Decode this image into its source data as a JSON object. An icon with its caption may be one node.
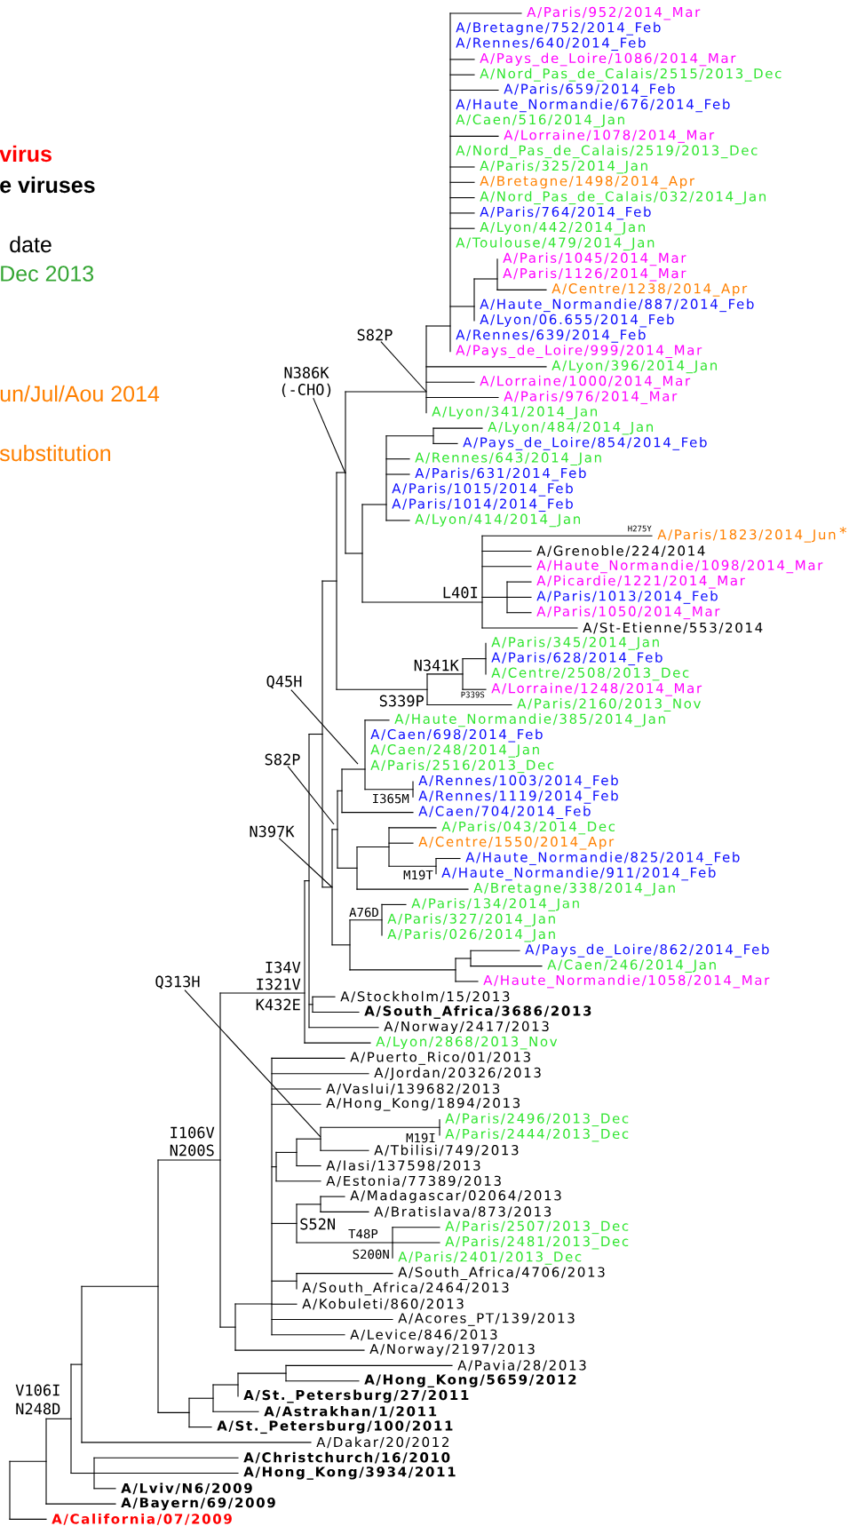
{
  "diagram": {
    "nodes": [
      {
        "text": [
          "S82P"
        ]
      },
      {
        "text": [
          "N386K",
          "(-CHO)"
        ]
      },
      {
        "text": [
          "Q45H"
        ]
      },
      {
        "text": [
          "S82P"
        ]
      },
      {
        "text": [
          "N397K"
        ]
      },
      {
        "text": [
          "Q313H"
        ]
      }
    ],
    "edges": [
      {
        "from": 0,
        "to": null,
        "arrow": "none"
      },
      {
        "from": 1,
        "to": null,
        "arrow": "none"
      },
      {
        "from": 2,
        "to": null,
        "arrow": "none"
      },
      {
        "from": 3,
        "to": null,
        "arrow": "none"
      },
      {
        "from": 4,
        "to": null,
        "arrow": "none"
      },
      {
        "from": 5,
        "to": null,
        "arrow": "none"
      }
    ],
    "labels": [
      "virus",
      "e viruses",
      "date",
      "Dec 2013",
      "un/Jul/Aou 2014",
      "substitution",
      "A/Paris/952/2014_Mar",
      "A/Bretagne/752/2014_Feb",
      "A/Rennes/640/2014_Feb",
      "A/Pays_de_Loire/1086/2014_Mar",
      "A/Nord_Pas_de_Calais/2515/2013_Dec",
      "A/Paris/659/2014_Feb",
      "A/Haute_Normandie/676/2014_Feb",
      "A/Caen/516/2014_Jan",
      "A/Lorraine/1078/2014_Mar",
      "A/Nord_Pas_de_Calais/2519/2013_Dec",
      "A/Paris/325/2014_Jan",
      "A/Bretagne/1498/2014_Apr",
      "A/Nord_Pas_de_Calais/032/2014_Jan",
      "A/Paris/764/2014_Feb",
      "A/Lyon/442/2014_Jan",
      "A/Toulouse/479/2014_Jan",
      "A/Paris/1045/2014_Mar",
      "A/Paris/1126/2014_Mar",
      "A/Centre/1238/2014_Apr",
      "A/Haute_Normandie/887/2014_Feb",
      "A/Lyon/06.655/2014_Feb",
      "A/Rennes/639/2014_Feb",
      "A/Pays_de_Loire/999/2014_Mar",
      "A/Lyon/396/2014_Jan",
      "A/Lorraine/1000/2014_Mar",
      "A/Paris/976/2014_Mar",
      "A/Lyon/341/2014_Jan",
      "A/Lyon/484/2014_Jan",
      "A/Pays_de_Loire/854/2014_Feb",
      "A/Rennes/643/2014_Jan",
      "A/Paris/631/2014_Feb",
      "A/Paris/1015/2014_Feb",
      "A/Paris/1014/2014_Feb",
      "A/Lyon/414/2014_Jan",
      "A/Paris/1823/2014_Jun",
      "A/Grenoble/224/2014",
      "A/Haute_Normandie/1098/2014_Mar",
      "A/Picardie/1221/2014_Mar",
      "A/Paris/1013/2014_Feb",
      "A/Paris/1050/2014_Mar",
      "A/St-Etienne/553/2014",
      "A/Paris/345/2014_Jan",
      "A/Paris/628/2014_Feb",
      "A/Centre/2508/2013_Dec",
      "A/Lorraine/1248/2014_Mar",
      "A/Paris/2160/2013_Nov",
      "A/Haute_Normandie/385/2014_Jan",
      "A/Caen/698/2014_Feb",
      "A/Caen/248/2014_Jan",
      "A/Paris/2516/2013_Dec",
      "A/Rennes/1003/2014_Feb",
      "A/Rennes/1119/2014_Feb",
      "A/Caen/704/2014_Feb",
      "A/Paris/043/2014_Dec",
      "A/Centre/1550/2014_Apr",
      "A/Haute_Normandie/825/2014_Feb",
      "A/Haute_Normandie/911/2014_Feb",
      "A/Bretagne/338/2014_Jan",
      "A/Paris/134/2014_Jan",
      "A/Paris/327/2014_Jan",
      "A/Paris/026/2014_Jan",
      "A/Pays_de_Loire/862/2014_Feb",
      "A/Caen/246/2014_Jan",
      "A/Haute_Normandie/1058/2014_Mar",
      "A/Stockholm/15/2013",
      "A/South_Africa/3686/2013",
      "A/Norway/2417/2013",
      "A/Lyon/2868/2013_Nov",
      "A/Puerto_Rico/01/2013",
      "A/Jordan/20326/2013",
      "A/Vaslui/139682/2013",
      "A/Hong_Kong/1894/2013",
      "A/Paris/2496/2013_Dec",
      "A/Paris/2444/2013_Dec",
      "A/Tbilisi/749/2013",
      "A/Iasi/137598/2013",
      "A/Estonia/77389/2013",
      "A/Madagascar/02064/2013",
      "A/Bratislava/873/2013",
      "A/Paris/2507/2013_Dec",
      "A/Paris/2481/2013_Dec",
      "A/Paris/2401/2013_Dec",
      "A/South_Africa/4706/2013",
      "A/South_Africa/2464/2013",
      "A/Kobuleti/860/2013",
      "A/Acores_PT/139/2013",
      "A/Levice/846/2013",
      "A/Norway/2197/2013",
      "A/Pavia/28/2013",
      "A/Hong_Kong/5659/2012",
      "A/St._Petersburg/27/2011",
      "A/Astrakhan/1/2011",
      "A/St._Petersburg/100/2011",
      "A/Dakar/20/2012",
      "A/Christchurch/16/2010",
      "A/Hong_Kong/3934/2011",
      "A/Lviv/N6/2009",
      "A/Bayern/69/2009",
      "A/California/07/2009",
      "*",
      "H275Y",
      "L40I",
      "N341K",
      "P339S",
      "S339P",
      "I365M",
      "M19T",
      "A76D",
      "I34V",
      "I321V",
      "K432E",
      "I106V",
      "N200S",
      "M19I",
      "S52N",
      "T48P",
      "S200N",
      "V106I",
      "N248D"
    ]
  }
}
